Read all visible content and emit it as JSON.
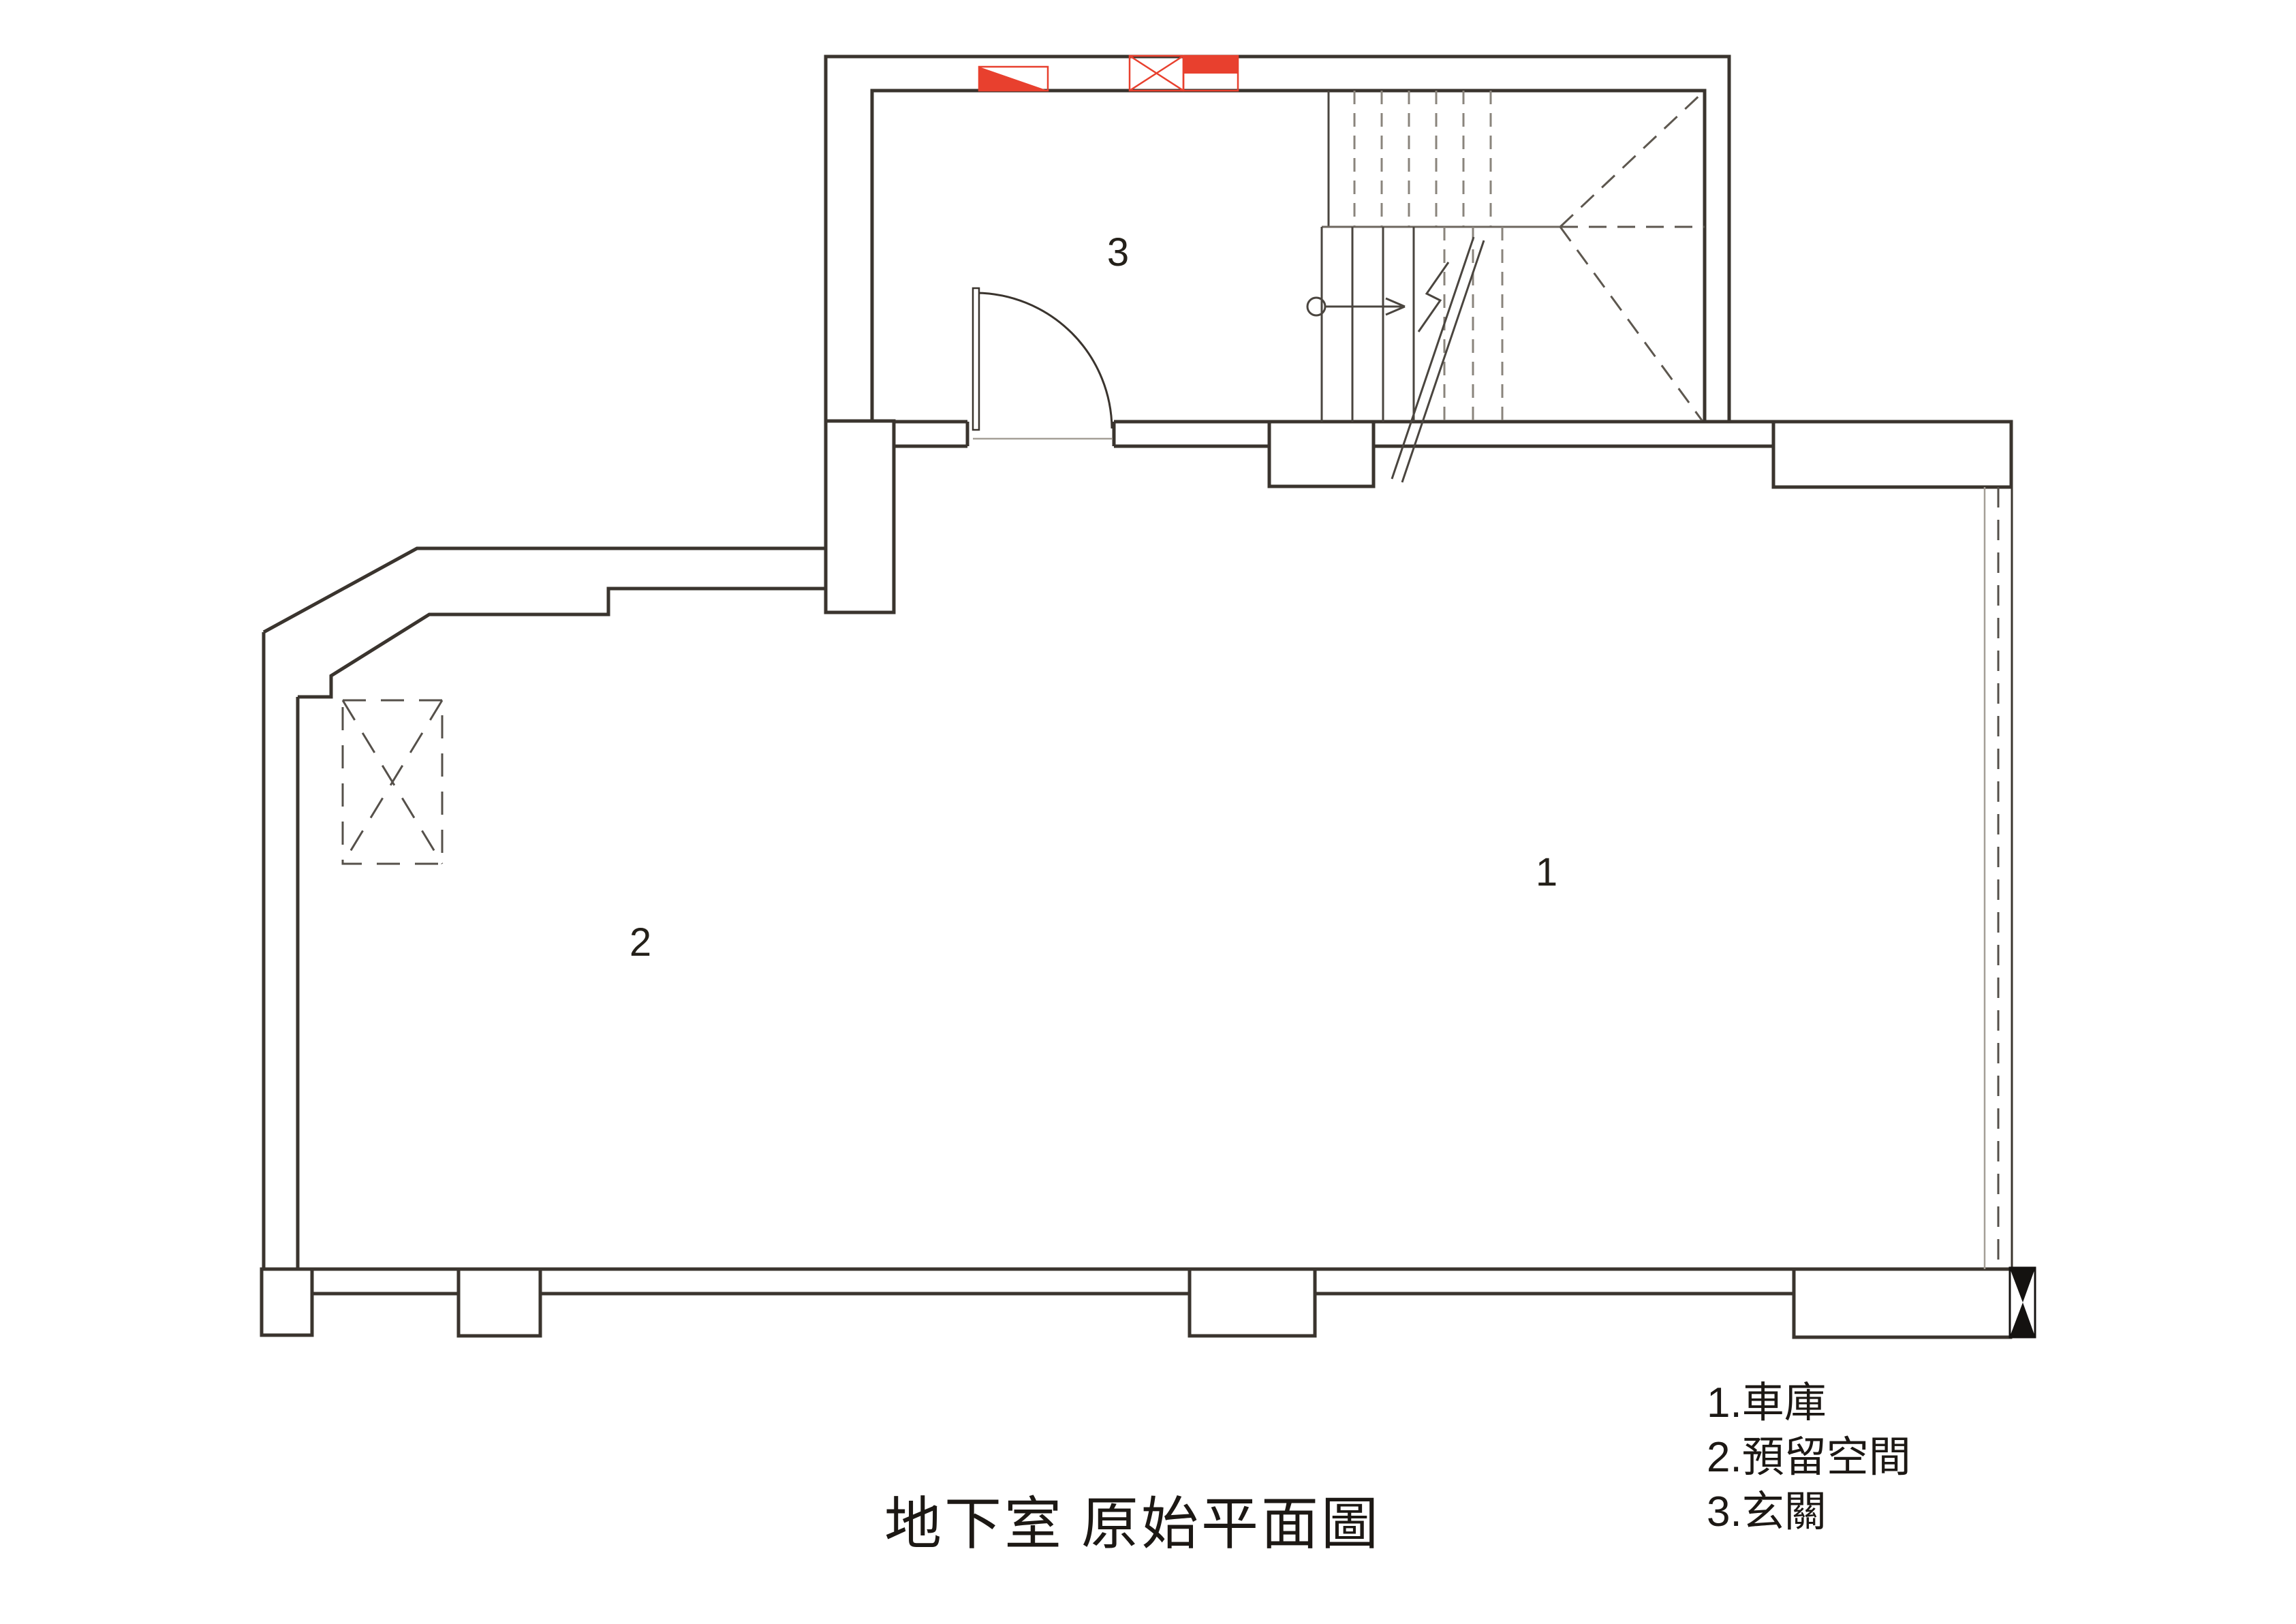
{
  "title": "地下室 原始平面圖",
  "rooms": [
    {
      "number": "1",
      "name": "車庫"
    },
    {
      "number": "2",
      "name": "預留空間"
    },
    {
      "number": "3",
      "name": "玄關"
    }
  ],
  "legend": {
    "items": [
      {
        "num": "1.",
        "label": "車庫"
      },
      {
        "num": "2.",
        "label": "預留空間"
      },
      {
        "num": "3.",
        "label": "玄關"
      }
    ]
  },
  "colors": {
    "line": "#3a342e",
    "gray": "#a59f97",
    "red": "#e8402e",
    "black": "#141210"
  }
}
